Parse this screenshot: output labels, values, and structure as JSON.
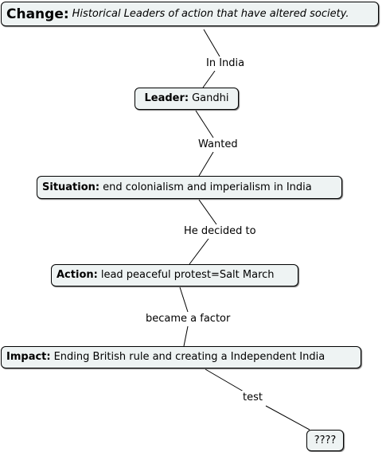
{
  "nodes": {
    "change": {
      "title": "Change:",
      "text": "Historical Leaders of action that have altered society."
    },
    "leader": {
      "title": "Leader:",
      "text": "Gandhi"
    },
    "situation": {
      "title": "Situation:",
      "text": "end colonialism and imperialism in India"
    },
    "action": {
      "title": "Action:",
      "text": "lead peaceful protest=Salt March"
    },
    "impact": {
      "title": "Impact:",
      "text": "Ending British rule and creating a Independent India"
    },
    "unknown": {
      "text": "????"
    }
  },
  "links": [
    {
      "from": "change",
      "to": "leader",
      "label": "In India"
    },
    {
      "from": "leader",
      "to": "situation",
      "label": "Wanted"
    },
    {
      "from": "situation",
      "to": "action",
      "label": "He decided to"
    },
    {
      "from": "action",
      "to": "impact",
      "label": "became a factor"
    },
    {
      "from": "impact",
      "to": "unknown",
      "label": "test"
    }
  ],
  "colors": {
    "node_fill": "#eef3f3",
    "border": "#000000",
    "line": "#000000"
  }
}
